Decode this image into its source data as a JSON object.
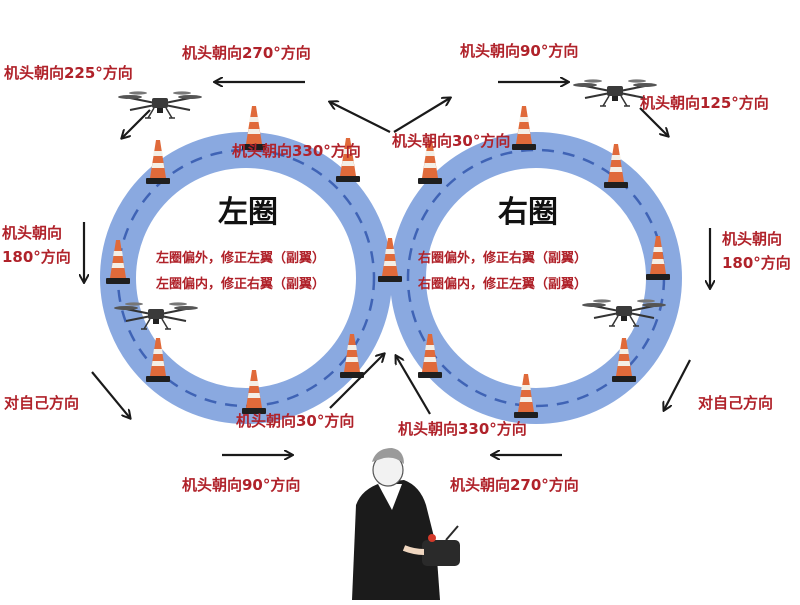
{
  "colors": {
    "track": "#8aa9e0",
    "track_edge": "#7798d6",
    "center_dash": "#3f63b5",
    "label": "#b0222a",
    "arrow": "#1a1a1a",
    "cone_body": "#e06a3a",
    "cone_stripe": "#f4efe6",
    "cone_base": "#1f1f1f"
  },
  "left_loop": {
    "title": "左圈",
    "note_line1": "左圈偏外，修正左翼（副翼）",
    "note_line2": "左圈偏内，修正右翼（副翼）"
  },
  "right_loop": {
    "title": "右圈",
    "note_line1": "右圈偏外，修正右翼（副翼）",
    "note_line2": "右圈偏内，修正左翼（副翼）"
  },
  "labels": {
    "heading_225": "机头朝向225°方向",
    "heading_270_top": "机头朝向270°方向",
    "heading_90_top": "机头朝向90°方向",
    "heading_125": "机头朝向125°方向",
    "heading_330_left": "机头朝向330°方向",
    "heading_30_right": "机头朝向30°方向",
    "heading_180_left_line1": "机头朝向",
    "heading_180_left_line2": "180°方向",
    "heading_180_right_line1": "机头朝向",
    "heading_180_right_line2": "180°方向",
    "face_self_left": "对自己方向",
    "face_self_right": "对自己方向",
    "heading_30_bottom": "机头朝向30°方向",
    "heading_330_bottom": "机头朝向330°方向",
    "heading_90_bottom": "机头朝向90°方向",
    "heading_270_bottom": "机头朝向270°方向"
  },
  "icons": {
    "cone": "traffic-cone-icon",
    "drone": "drone-icon",
    "pilot": "pilot-figure-icon",
    "arrow": "arrow-icon"
  }
}
